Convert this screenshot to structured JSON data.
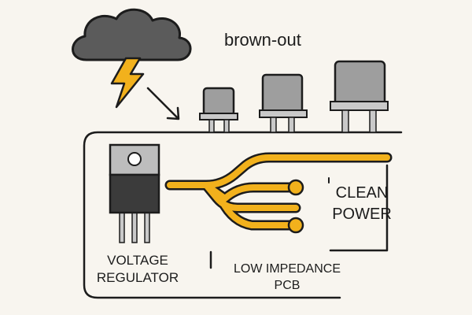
{
  "labels": {
    "event": "brown-out",
    "regulator_line1": "VOLTAGE",
    "regulator_line2": "REGULATOR",
    "output_line1": "CLEAN",
    "output_line2": "POWER",
    "board_line1": "LOW IMPEDANCE",
    "board_line2": "PCB"
  },
  "icons": {
    "storm": "storm-cloud-icon",
    "lightning": "lightning-bolt-icon",
    "arrow": "arrow-icon",
    "regulator": "voltage-regulator-icon",
    "capacitor": "capacitor-icon",
    "trace": "pcb-trace-icon"
  },
  "colors": {
    "background": "#f8f5ef",
    "outline": "#1c1c1c",
    "cloud": "#5b5b5b",
    "lightning": "#f2b11c",
    "trace": "#f2b11c",
    "component_body": "#9e9e9e",
    "component_lead": "#c9c9c9",
    "regulator_top": "#bdbdbd",
    "regulator_body": "#3b3b3b"
  }
}
